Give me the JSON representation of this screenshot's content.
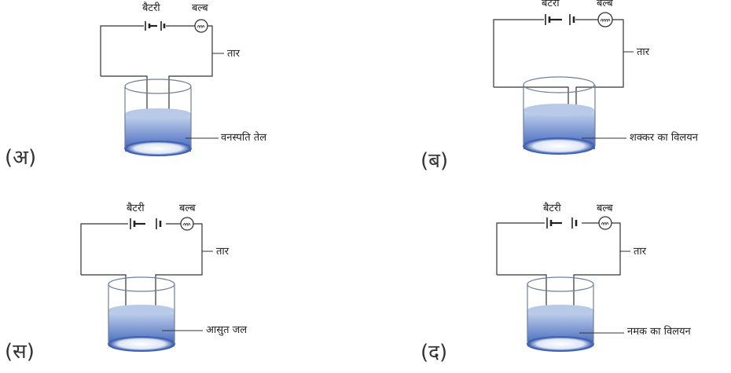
{
  "panels": [
    {
      "tag": "(अ)",
      "battery": "बैटरी",
      "bulb": "बल्ब",
      "wire": "तार",
      "liquid": "वनस्पति तेल"
    },
    {
      "tag": "(ब)",
      "battery": "बैटरी",
      "bulb": "बल्ब",
      "wire": "तार",
      "liquid": "शक्कर का विलयन"
    },
    {
      "tag": "(स)",
      "battery": "बैटरी",
      "bulb": "बल्ब",
      "wire": "तार",
      "liquid": "आसुत जल"
    },
    {
      "tag": "(द)",
      "battery": "बैटरी",
      "bulb": "बल्ब",
      "wire": "तार",
      "liquid": "नमक का विलयन"
    }
  ],
  "colors": {
    "wire": "#333333",
    "liquid_top": "#c8d7ef",
    "liquid_bottom": "#3f63b9",
    "glass": "#6f7f9a"
  }
}
